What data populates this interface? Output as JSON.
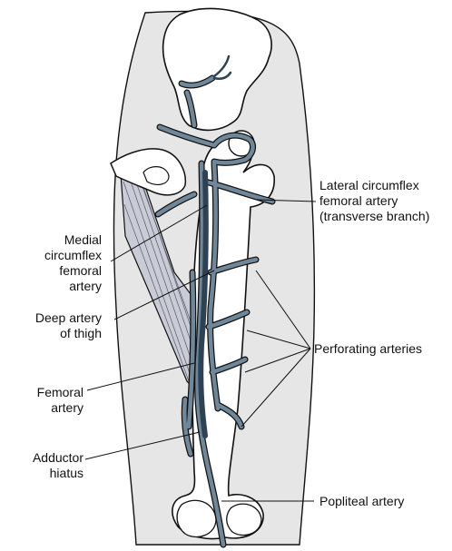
{
  "colors": {
    "background": "#ffffff",
    "thigh_silhouette": "#e6e6e6",
    "bone_fill": "#ffffff",
    "outline": "#111111",
    "artery_light": "#6f8799",
    "artery_dark": "#2e4253",
    "muscle": "#c9ccd6"
  },
  "labels": {
    "lateral_circumflex": [
      "Lateral circumflex",
      "femoral artery",
      "(transverse branch)"
    ],
    "medial_circumflex": [
      "Medial",
      "circumflex",
      "femoral",
      "artery"
    ],
    "deep_artery": [
      "Deep artery",
      "of thigh"
    ],
    "femoral_artery": [
      "Femoral",
      "artery"
    ],
    "adductor_hiatus": [
      "Adductor",
      "hiatus"
    ],
    "perforating": [
      "Perforating arteries"
    ],
    "popliteal": [
      "Popliteal artery"
    ]
  }
}
